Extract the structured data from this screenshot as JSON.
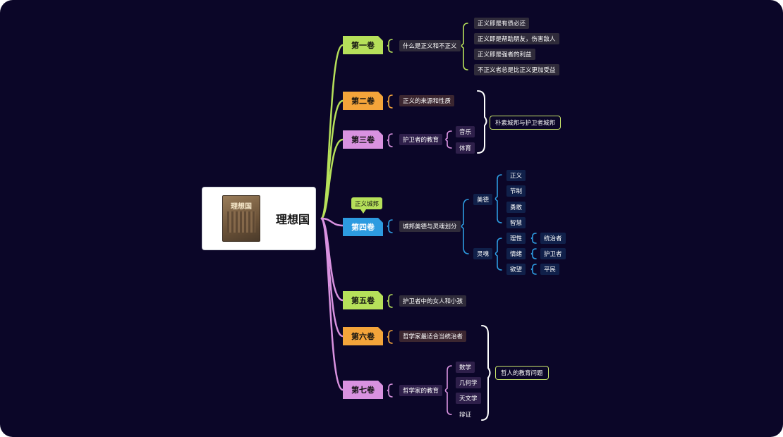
{
  "root": {
    "title": "理想国",
    "cover_title": "理想国"
  },
  "volumes": [
    {
      "label": "第一卷",
      "topic": "什么是正义和不正义",
      "items": [
        "正义即是有债必还",
        "正义即是帮助朋友，伤害敌人",
        "正义即是强者的利益",
        "不正义者总是比正义更加受益"
      ]
    },
    {
      "label": "第二卷",
      "topic": "正义的来源和性质"
    },
    {
      "label": "第三卷",
      "topic": "护卫者的教育",
      "items": [
        "音乐",
        "体育"
      ]
    },
    {
      "label": "第四卷",
      "callout": "正义城邦",
      "topic": "城邦美德与灵魂划分",
      "virtue": {
        "label": "美德",
        "items": [
          "正义",
          "节制",
          "勇敢",
          "智慧"
        ]
      },
      "soul": {
        "label": "灵魂",
        "items": [
          {
            "part": "理性",
            "role": "统治者"
          },
          {
            "part": "情绪",
            "role": "护卫者"
          },
          {
            "part": "欲望",
            "role": "平民"
          }
        ]
      }
    },
    {
      "label": "第五卷",
      "topic": "护卫者中的女人和小孩"
    },
    {
      "label": "第六卷",
      "topic": "哲学家最适合当统治者"
    },
    {
      "label": "第七卷",
      "topic": "哲学家的教育",
      "items": [
        "数学",
        "几何学",
        "天文学",
        "辩证"
      ]
    }
  ],
  "summaries": {
    "vol2_3": "朴素城邦与护卫者城邦",
    "vol6_7": "哲人的教育问题"
  },
  "colors": {
    "background": "#0b0628",
    "green": "#b6e05a",
    "orange": "#f4a43a",
    "pink": "#d992e0",
    "blue": "#2d9be0",
    "summary_border": "#c8e36a"
  }
}
